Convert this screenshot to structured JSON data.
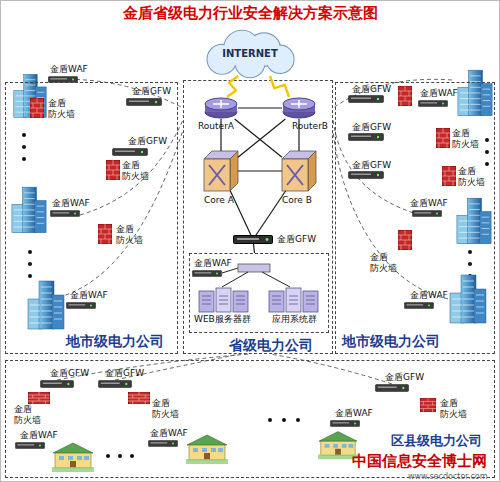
{
  "diagram": {
    "title": "金盾省级电力行业安全解决方案示意图",
    "nodes": [
      {
        "text": [
          "INTERNET"
        ]
      },
      {
        "text": [
          "地市级电力公司"
        ]
      },
      {
        "text": [
          "省级电力公司"
        ]
      },
      {
        "text": [
          "RouterA"
        ],
        "in": 2
      },
      {
        "text": [
          "RouterB"
        ],
        "in": 2
      },
      {
        "text": [
          "Core A"
        ],
        "in": 2
      },
      {
        "text": [
          "Core B"
        ],
        "in": 2
      },
      {
        "text": [
          "金盾GFW"
        ],
        "in": 2
      },
      {
        "text": [
          "金盾WAF"
        ],
        "in": 2
      },
      {
        "text": [
          "WEB服务器群"
        ],
        "in": 8
      },
      {
        "text": [
          "应用系统群"
        ],
        "in": 8
      },
      {
        "text": [
          "地市级电力公司"
        ]
      },
      {
        "text": [
          "区县级电力公司"
        ]
      }
    ],
    "edges": [
      {
        "from": 0,
        "to": 3,
        "arrow": "none"
      },
      {
        "from": 0,
        "to": 4,
        "arrow": "none"
      },
      {
        "from": 3,
        "to": 4,
        "arrow": "none"
      },
      {
        "from": 3,
        "to": 5,
        "arrow": "none"
      },
      {
        "from": 3,
        "to": 6,
        "arrow": "none"
      },
      {
        "from": 4,
        "to": 5,
        "arrow": "none"
      },
      {
        "from": 4,
        "to": 6,
        "arrow": "none"
      },
      {
        "from": 5,
        "to": 6,
        "arrow": "none"
      },
      {
        "from": 5,
        "to": 7,
        "arrow": "none"
      },
      {
        "from": 6,
        "to": 7,
        "arrow": "none"
      },
      {
        "from": 7,
        "to": 8,
        "arrow": "none"
      }
    ],
    "labels": [
      "金盾WAF",
      "金盾GFW",
      "金盾 防火墙",
      "金盾GFW",
      "金盾 防火墙",
      "金盾WAF",
      "金盾 防火墙",
      "金盾WAF",
      "金盾GFW",
      "金盾WAF",
      "金盾GFW",
      "金盾 防火墙",
      "金盾GFW",
      "金盾 防火墙",
      "金盾WAF",
      "金盾 防火墙",
      "金盾WAF",
      "金盾GFW",
      "金盾GFW",
      "金盾 防火墙",
      "金盾 防火墙",
      "金盾WAF",
      "金盾WAF",
      "金盾GFW",
      "金盾WAF",
      "金盾 防火墙",
      "中国信息安全博士网",
      "www.secdoctor.com"
    ]
  }
}
